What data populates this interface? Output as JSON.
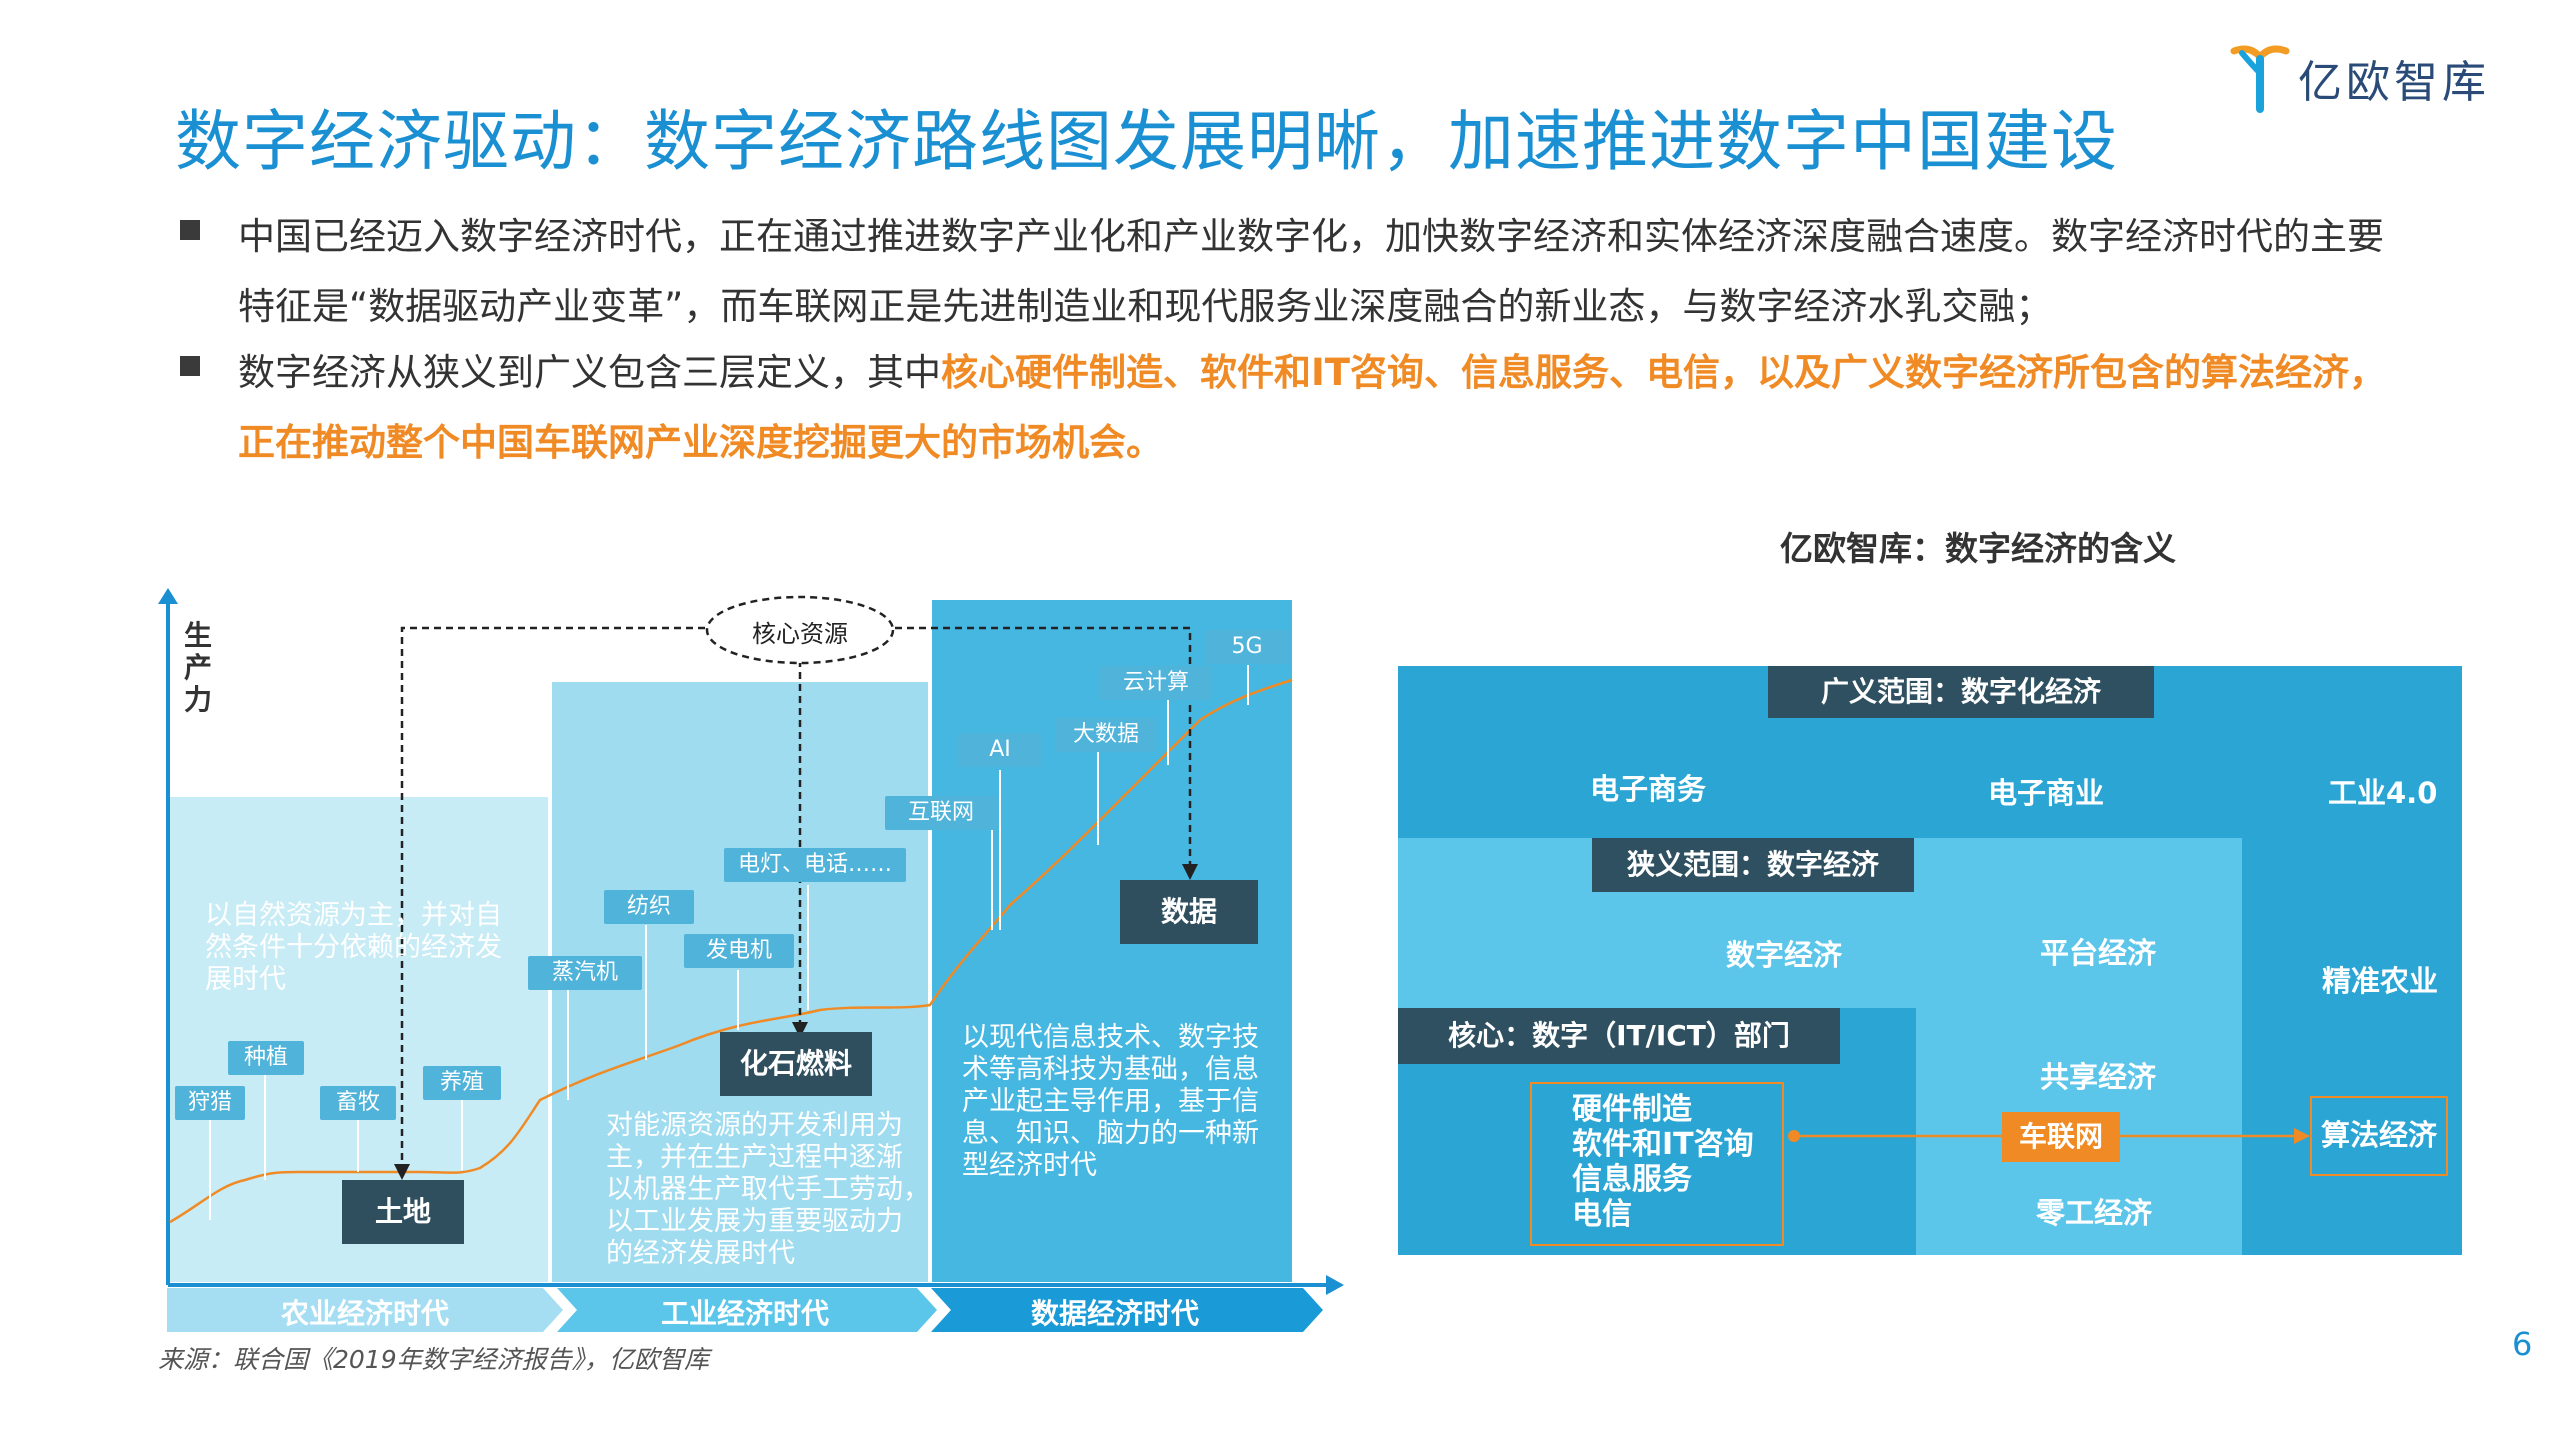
{
  "header": {
    "title": "数字经济驱动：数字经济路线图发展明晰，加速推进数字中国建设",
    "logo_text": "亿欧智库"
  },
  "bullets": [
    {
      "line1": "中国已经迈入数字经济时代，正在通过推进数字产业化和产业数字化，加快数字经济和实体经济深度融合速度。数字经济时代的主要",
      "line2": "特征是“数据驱动产业变革”，而车联网正是先进制造业和现代服务业深度融合的新业态，与数字经济水乳交融；"
    },
    {
      "line1_plain": "数字经济从狭义到广义包含三层定义，其中",
      "line1_highlight": "核心硬件制造、软件和IT咨询、信息服务、电信，以及广义数字经济所包含的算法经济，",
      "line2_highlight": "正在推动整个中国车联网产业深度挖掘更大的市场机会。"
    }
  ],
  "left_chart": {
    "y_axis_label": [
      "生",
      "产",
      "力"
    ],
    "core_resource": "核心资源",
    "eras": [
      {
        "label": "农业经济时代",
        "desc": [
          "以自然资源为主，并对自",
          "然条件十分依赖的经济发",
          "展时代"
        ],
        "resource": "土地",
        "tags": [
          "狩猎",
          "种植",
          "畜牧",
          "养殖"
        ]
      },
      {
        "label": "工业经济时代",
        "desc": [
          "对能源资源的开发利用为",
          "主，并在生产过程中逐渐",
          "以机器生产取代手工劳动，",
          "以工业发展为重要驱动力",
          "的经济发展时代"
        ],
        "resource": "化石燃料",
        "tags": [
          "蒸汽机",
          "纺织",
          "发电机",
          "电灯、电话……"
        ]
      },
      {
        "label": "数据经济时代",
        "desc": [
          "以现代信息技术、数字技",
          "术等高科技为基础，信息",
          "产业起主导作用，基于信",
          "息、知识、脑力的一种新",
          "型经济时代"
        ],
        "resource": "数据",
        "tags": [
          "互联网",
          "AI",
          "大数据",
          "云计算",
          "5G"
        ]
      }
    ]
  },
  "right_diagram": {
    "subtitle": "亿欧智库：数字经济的含义",
    "broad_header": "广义范围：数字化经济",
    "broad_items": [
      "电子商务",
      "电子商业",
      "工业4.0",
      "精准农业"
    ],
    "narrow_header": "狭义范围：数字经济",
    "narrow_items": [
      "数字经济",
      "平台经济",
      "共享经济",
      "零工经济"
    ],
    "core_header": "核心：数字（IT/ICT）部门",
    "core_items": [
      "硬件制造",
      "软件和IT咨询",
      "信息服务",
      "电信"
    ],
    "center_label": "车联网",
    "algo_label": "算法经济",
    "colors": {
      "outer": "#2aa5d4",
      "middle": "#5cc6ea",
      "inner": "#2aa5d4",
      "orange": "#f08a24",
      "header": "#2f5060"
    }
  },
  "footer": {
    "source": "来源：联合国《2019年数字经济报告》，亿欧智库",
    "page": "6"
  }
}
